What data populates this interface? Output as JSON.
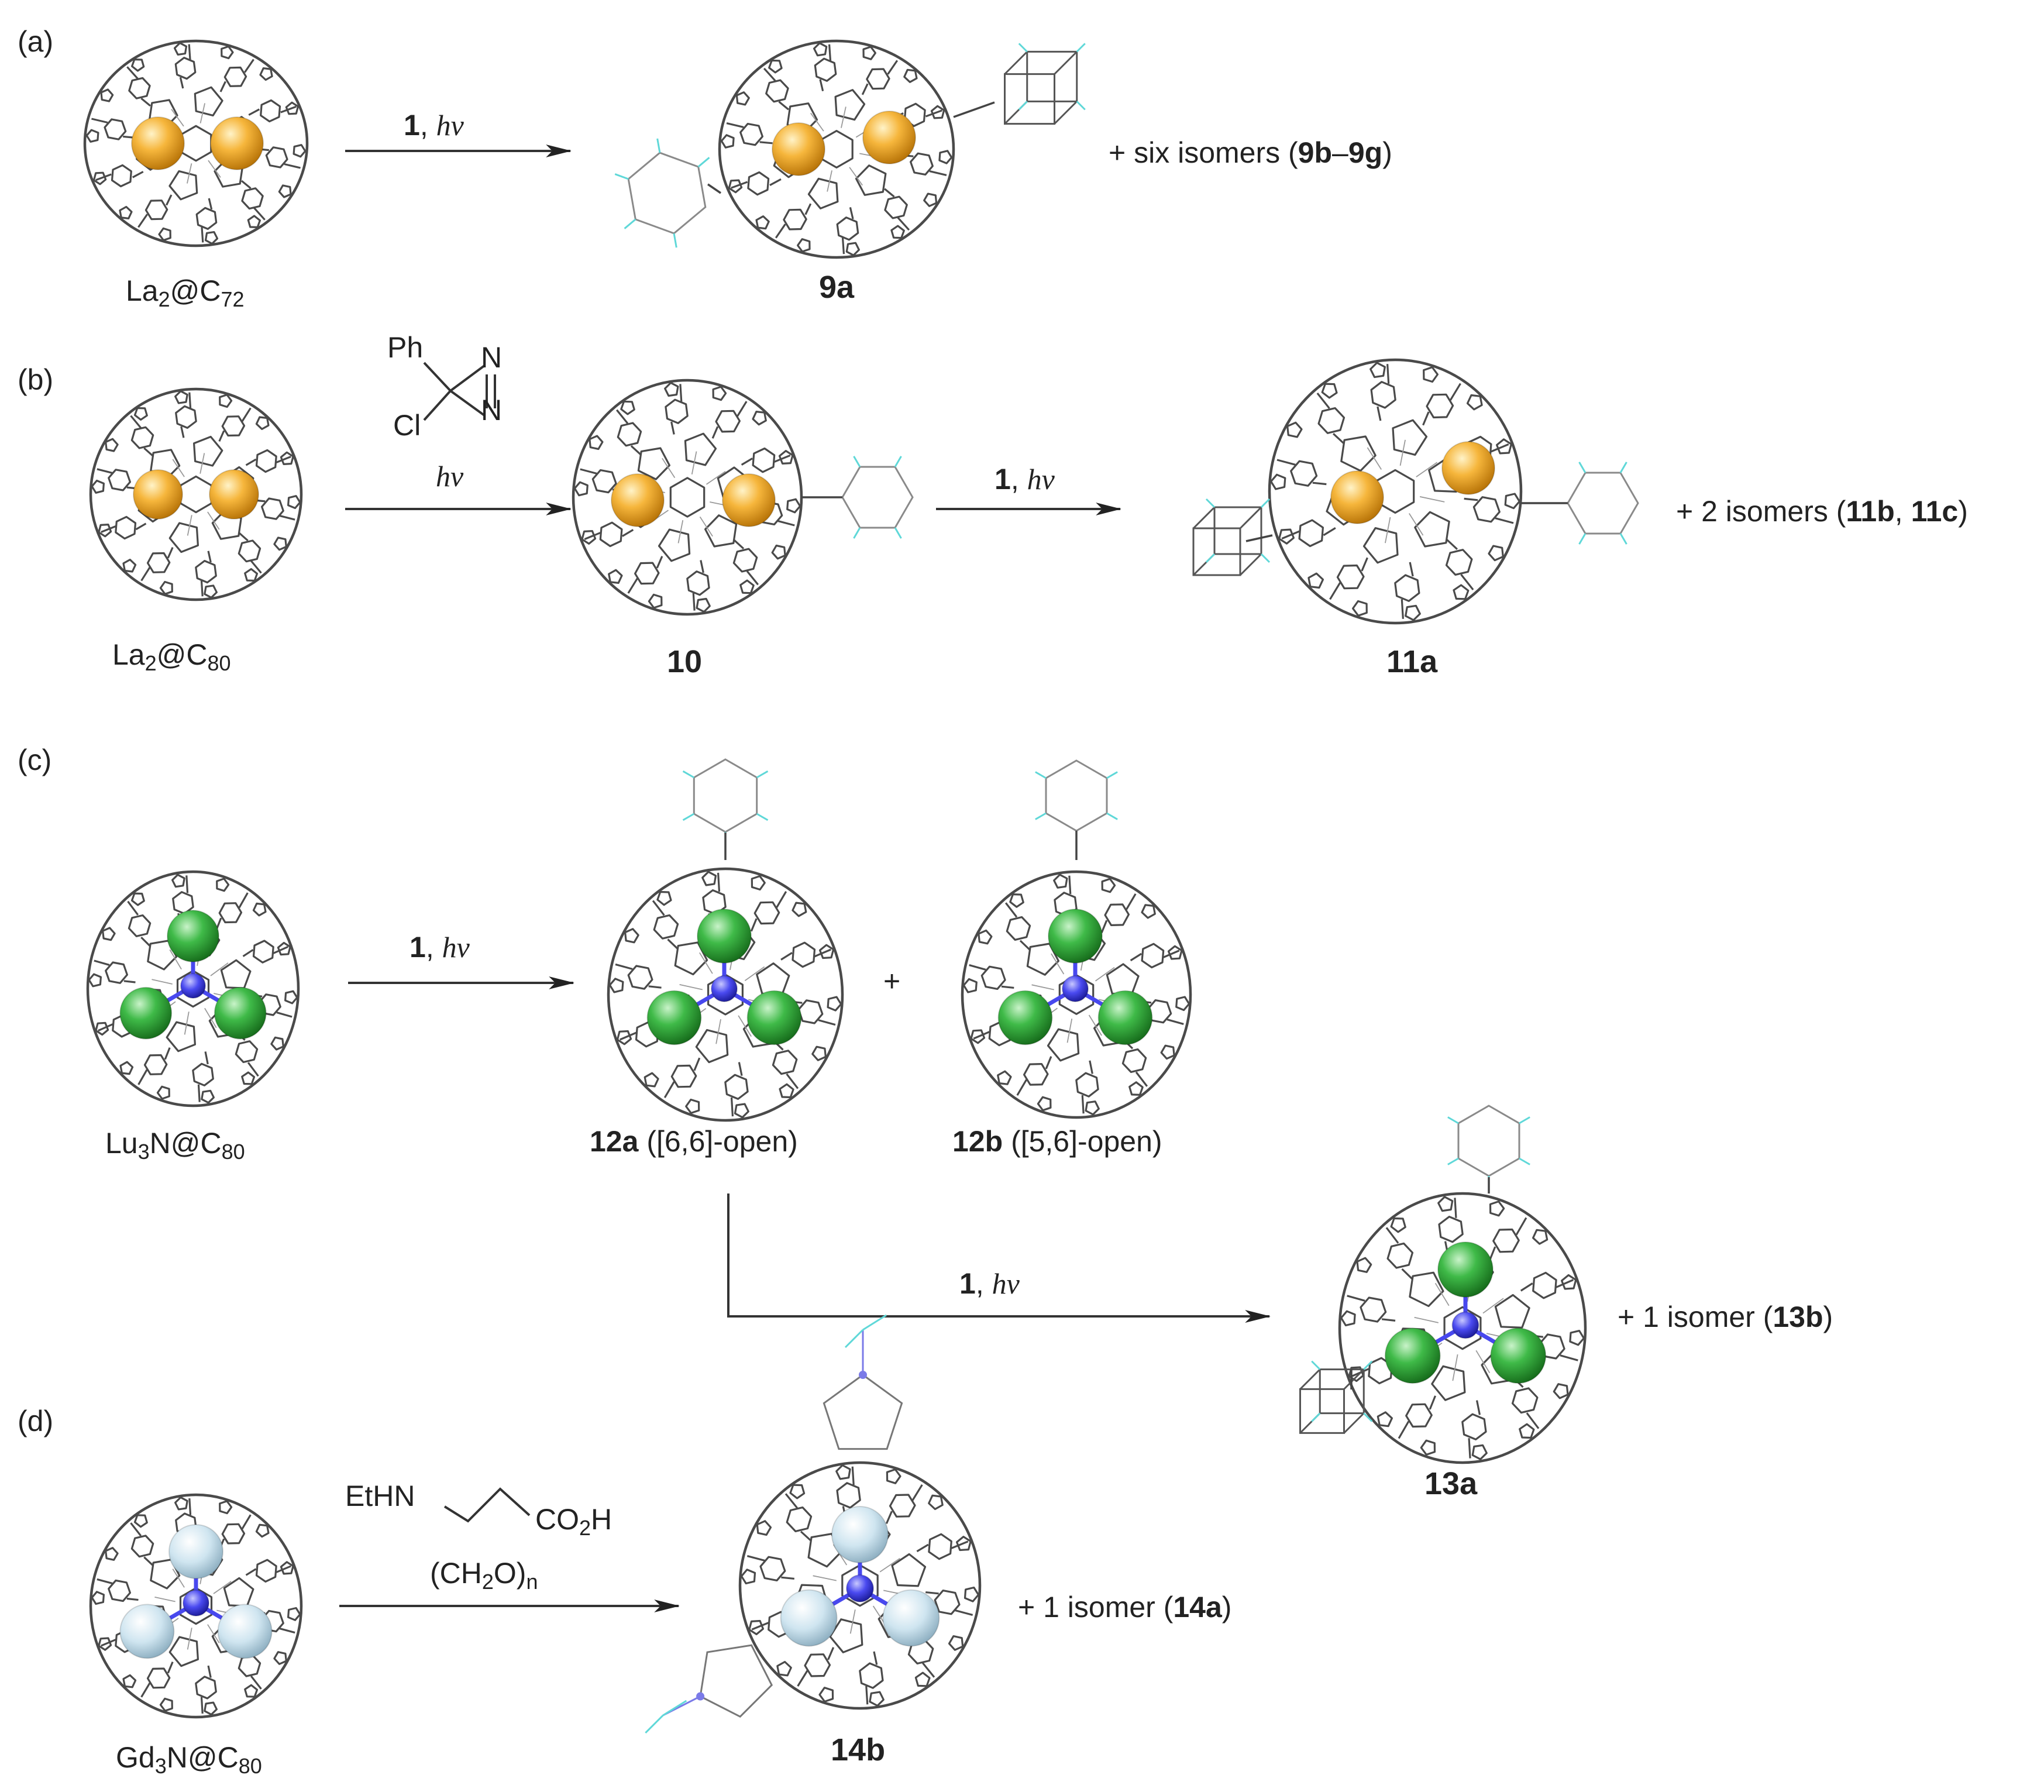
{
  "panels": {
    "a": {
      "label": "(a)",
      "reactant": {
        "prefix": "La",
        "sub1": "2",
        "mid": "@C",
        "sub2": "72"
      },
      "arrow": {
        "reagent": "1",
        "cond": "hν"
      },
      "product": "9a",
      "extra": {
        "text": "+ six isomers (",
        "b1": "9b",
        "dash": "–",
        "b2": "9g",
        "close": ")"
      }
    },
    "b": {
      "label": "(b)",
      "reactant": {
        "prefix": "La",
        "sub1": "2",
        "mid": "@C",
        "sub2": "80"
      },
      "diazirine": {
        "ph": "Ph",
        "cl": "Cl",
        "n1": "N",
        "n2": "N"
      },
      "arrow1": {
        "cond": "hν"
      },
      "intermediate": "10",
      "arrow2": {
        "reagent": "1",
        "cond": "hν"
      },
      "product": "11a",
      "extra": {
        "text": "+ 2 isomers (",
        "b1": "11b",
        "sep": ", ",
        "b2": "11c",
        "close": ")"
      }
    },
    "c": {
      "label": "(c)",
      "reactant": {
        "prefix": "Lu",
        "sub1": "3",
        "mid": "N@C",
        "sub2": "80"
      },
      "arrow1": {
        "reagent": "1",
        "cond": "hν"
      },
      "plus": "+",
      "prod1": {
        "bold": "12a",
        "rest": " ([6,6]-open)"
      },
      "prod2": {
        "bold": "12b",
        "rest": " ([5,6]-open)"
      },
      "arrow2": {
        "reagent": "1",
        "cond": "hν"
      },
      "product": "13a",
      "extra": {
        "text": "+ 1 isomer (",
        "b1": "13b",
        "close": ")"
      }
    },
    "d": {
      "label": "(d)",
      "reactant": {
        "prefix": "Gd",
        "sub1": "3",
        "mid": "N@C",
        "sub2": "80"
      },
      "reagent1": {
        "amine": "EtHN",
        "acid": "CO",
        "acid_sub": "2",
        "acid_end": "H"
      },
      "reagent2": {
        "open": "(CH",
        "sub1": "2",
        "mid": "O)",
        "sub2": "n"
      },
      "product": "14b",
      "extra": {
        "text": "+ 1 isomer (",
        "b1": "14a",
        "close": ")"
      }
    }
  },
  "colors": {
    "cage": "#4a4a4a",
    "la": "#f0a830",
    "lu": "#33b040",
    "n": "#4848ee",
    "gd": "#c8e0ec",
    "h": "#5fd8d8"
  }
}
